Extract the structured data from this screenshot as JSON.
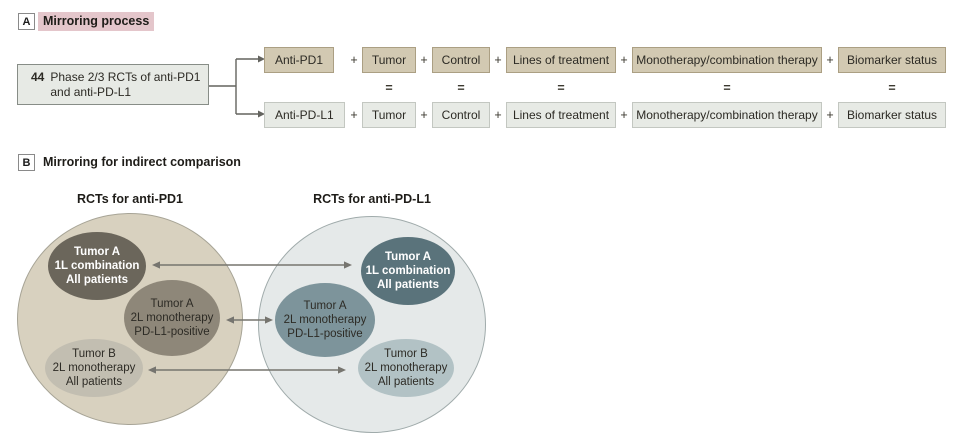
{
  "panel_a": {
    "letter": "A",
    "title": "Mirroring process",
    "source_box": {
      "count": "44",
      "label": "Phase 2/3 RCTs of anti-PD1 and anti-PD-L1"
    },
    "row1_first": "Anti-PD1",
    "row2_first": "Anti-PD-L1",
    "shared_boxes": [
      "Tumor",
      "Control",
      "Lines of treatment",
      "Monotherapy/combination therapy",
      "Biomarker status"
    ],
    "plus": "+",
    "equals": "="
  },
  "panel_b": {
    "letter": "B",
    "title": "Mirroring for indirect comparison",
    "left": {
      "title": "RCTs for anti-PD1",
      "ellipses": [
        {
          "lines": [
            "Tumor A",
            "1L combination",
            "All patients"
          ]
        },
        {
          "lines": [
            "Tumor A",
            "2L monotherapy",
            "PD-L1-positive"
          ]
        },
        {
          "lines": [
            "Tumor B",
            "2L monotherapy",
            "All patients"
          ]
        }
      ]
    },
    "right": {
      "title": "RCTs for anti-PD-L1",
      "ellipses": [
        {
          "lines": [
            "Tumor A",
            "1L combination",
            "All patients"
          ]
        },
        {
          "lines": [
            "Tumor A",
            "2L monotherapy",
            "PD-L1-positive"
          ]
        },
        {
          "lines": [
            "Tumor B",
            "2L monotherapy",
            "All patients"
          ]
        }
      ]
    }
  },
  "colors": {
    "highlight_pink": "#e4c6cb",
    "tan_box": "#d2c9b2",
    "gray_box": "#e7eae5",
    "left_circle": "#d8d1bf",
    "right_circle": "#e5e9e9",
    "left_dark": "#6b665b",
    "left_medium": "#8e8779",
    "left_light": "#c2beb1",
    "right_dark": "#5a737b",
    "right_medium": "#7d949b",
    "right_light": "#b2c2c5",
    "arrow": "#76756f"
  }
}
